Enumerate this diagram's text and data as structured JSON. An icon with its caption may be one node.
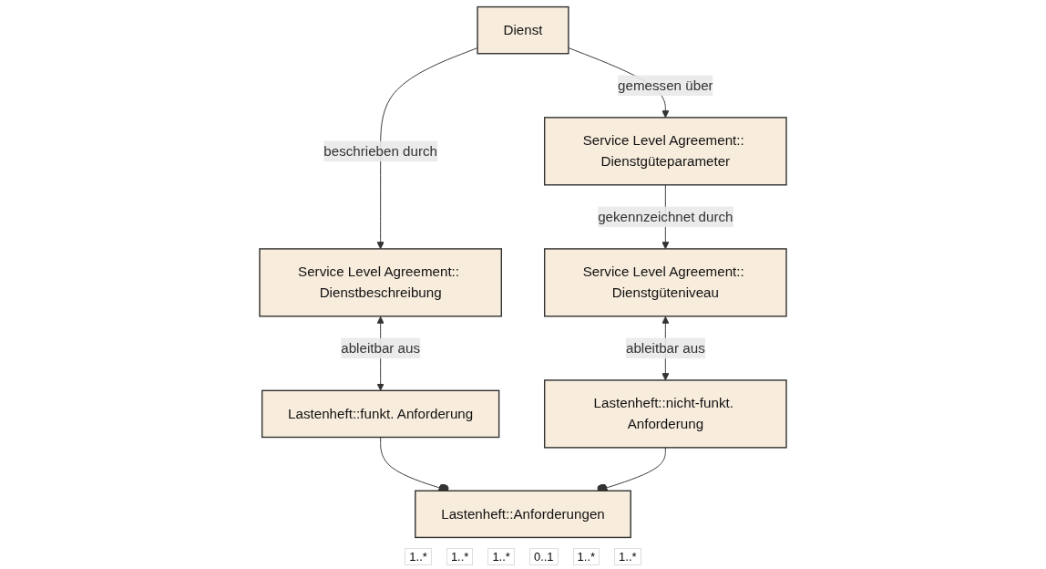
{
  "diagram": {
    "nodes": [
      {
        "text": [
          "Lastenheft::funkt. Anforderung"
        ]
      },
      {
        "text": [
          "Service Level Agreement:: Dienstbeschreibung"
        ]
      },
      {
        "text": [
          "Lastenheft::nicht-funkt. Anforderung"
        ]
      },
      {
        "text": [
          "Service Level Agreement:: Dienstgüteniveau"
        ]
      },
      {
        "text": [
          "Dienst"
        ]
      },
      {
        "text": [
          "Lastenheft::Anforderungen"
        ]
      },
      {
        "text": [
          "Service Level Agreement:: Dienstgüteparameter"
        ]
      }
    ],
    "edges": [
      {
        "from": 0,
        "to": 1,
        "arrow": "both",
        "label": "ableitbar aus"
      },
      {
        "from": 4,
        "to": 1,
        "arrow": "to",
        "label": "beschrieben durch"
      },
      {
        "from": 2,
        "to": 3,
        "arrow": "both",
        "label": "ableitbar aus"
      },
      {
        "from": 0,
        "to": 5,
        "arrow": "other"
      },
      {
        "from": 2,
        "to": 5,
        "arrow": "other"
      },
      {
        "from": 4,
        "to": 6,
        "arrow": "to",
        "label": "gemessen über"
      },
      {
        "from": 6,
        "to": 3,
        "arrow": "to",
        "label": "gekennzeichnet durch"
      }
    ],
    "labels": [
      "1..*",
      "1..*",
      "1..*",
      "0..1",
      "1..*",
      "1..*"
    ]
  }
}
